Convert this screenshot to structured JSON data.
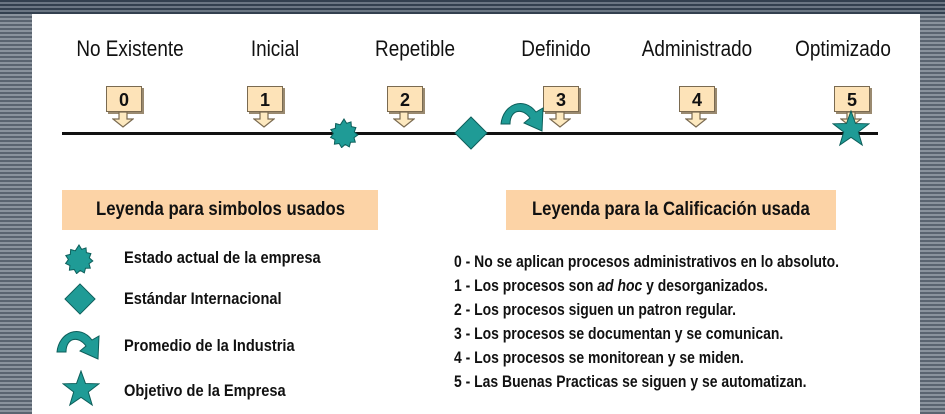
{
  "levels": [
    {
      "name": "No Existente",
      "number": "0"
    },
    {
      "name": "Inicial",
      "number": "1"
    },
    {
      "name": "Repetible",
      "number": "2"
    },
    {
      "name": "Definido",
      "number": "3"
    },
    {
      "name": "Administrado",
      "number": "4"
    },
    {
      "name": "Optimizado",
      "number": "5"
    }
  ],
  "colors": {
    "symbol_teal": "#1f9b96",
    "legend_header_bg": "#fcd3a6",
    "level_box_bg": "#fde3b8",
    "arrow_fill": "#fde9bf"
  },
  "symbols_legend": {
    "title": "Leyenda para simbolos usados",
    "items": [
      {
        "icon": "seal-icon",
        "label": "Estado actual de la empresa"
      },
      {
        "icon": "diamond-icon",
        "label": "Estándar Internacional"
      },
      {
        "icon": "curved-arrow-icon",
        "label": "Promedio de la Industria"
      },
      {
        "icon": "star-icon",
        "label": "Objetivo de la Empresa"
      }
    ]
  },
  "rating_legend": {
    "title": "Leyenda para la Calificación usada",
    "lines": [
      {
        "text": "0 - No se aplican procesos administrativos en lo absoluto."
      },
      {
        "pre": "1 - Los procesos son ",
        "em": "ad hoc",
        "post": " y desorganizados."
      },
      {
        "text": "2 - Los procesos siguen un patron regular."
      },
      {
        "text": "3 - Los procesos se documentan y se comunican."
      },
      {
        "text": "4 - Los procesos se monitorean y se miden."
      },
      {
        "text": "5 - Las Buenas Practicas se siguen y se automatizan."
      }
    ]
  }
}
